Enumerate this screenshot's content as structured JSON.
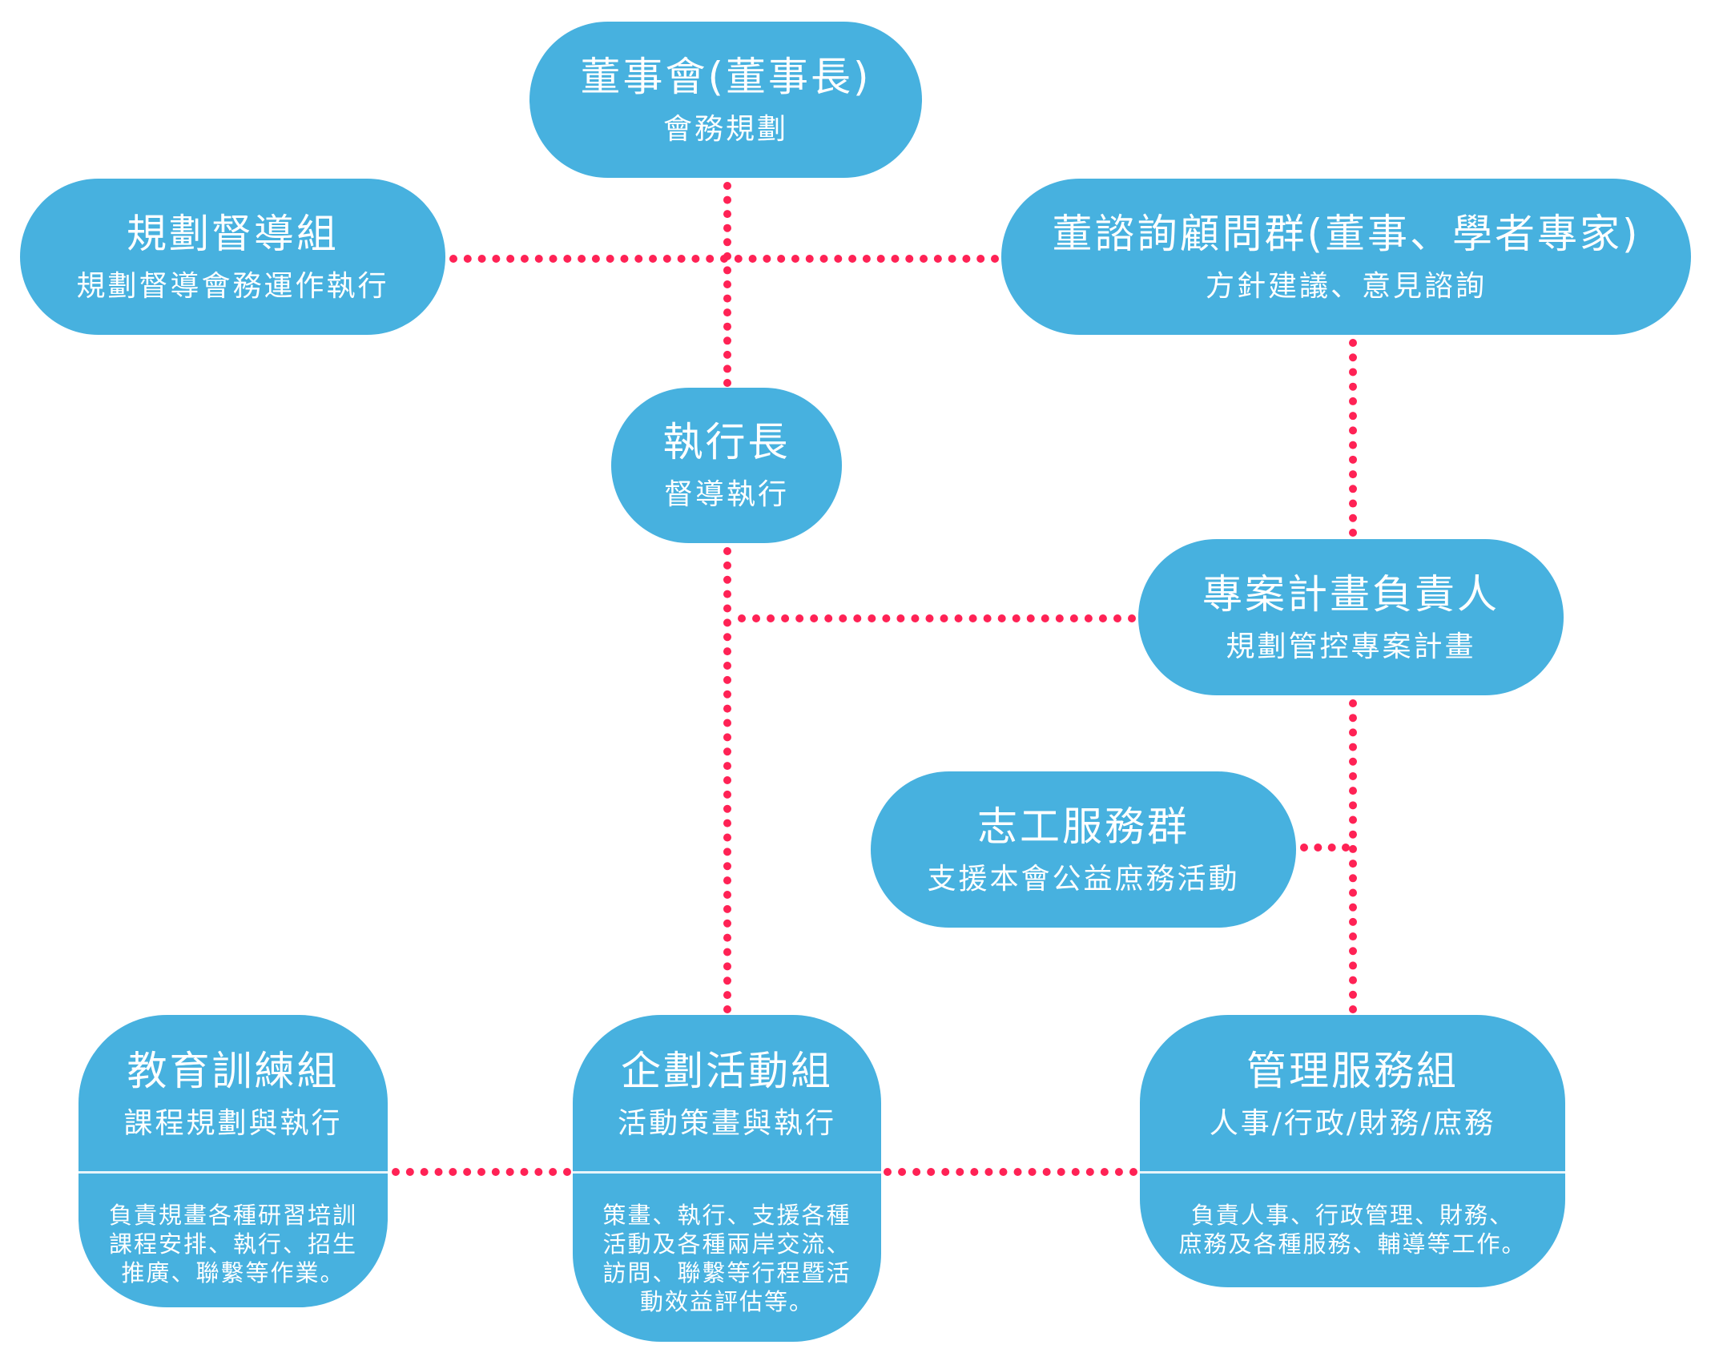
{
  "colors": {
    "node_fill": "#47b1df",
    "connector": "#ff2255",
    "text": "#ffffff"
  },
  "nodes": {
    "board": {
      "title": "董事會(董事長)",
      "subtitle": "會務規劃"
    },
    "planning_supervision": {
      "title": "規劃督導組",
      "subtitle": "規劃督導會務運作執行"
    },
    "advisory_group": {
      "title": "董諮詢顧問群(董事、學者專家)",
      "subtitle": "方針建議、意見諮詢"
    },
    "ceo": {
      "title": "執行長",
      "subtitle": "督導執行"
    },
    "project_lead": {
      "title": "專案計畫負責人",
      "subtitle": "規劃管控專案計畫"
    },
    "volunteers": {
      "title": "志工服務群",
      "subtitle": "支援本會公益庶務活動"
    },
    "education": {
      "title": "教育訓練組",
      "subtitle": "課程規劃與執行",
      "desc": [
        "負責規畫各種研習培訓",
        "課程安排、執行、招生",
        "推廣、聯繫等作業。"
      ]
    },
    "activities": {
      "title": "企劃活動組",
      "subtitle": "活動策畫與執行",
      "desc": [
        "策畫、執行、支援各種",
        "活動及各種兩岸交流、",
        "訪問、聯繫等行程暨活",
        "動效益評估等。"
      ]
    },
    "management": {
      "title": "管理服務組",
      "subtitle": "人事/行政/財務/庶務",
      "desc": [
        "負責人事、行政管理、財務、",
        "庶務及各種服務、輔導等工作。"
      ]
    }
  }
}
